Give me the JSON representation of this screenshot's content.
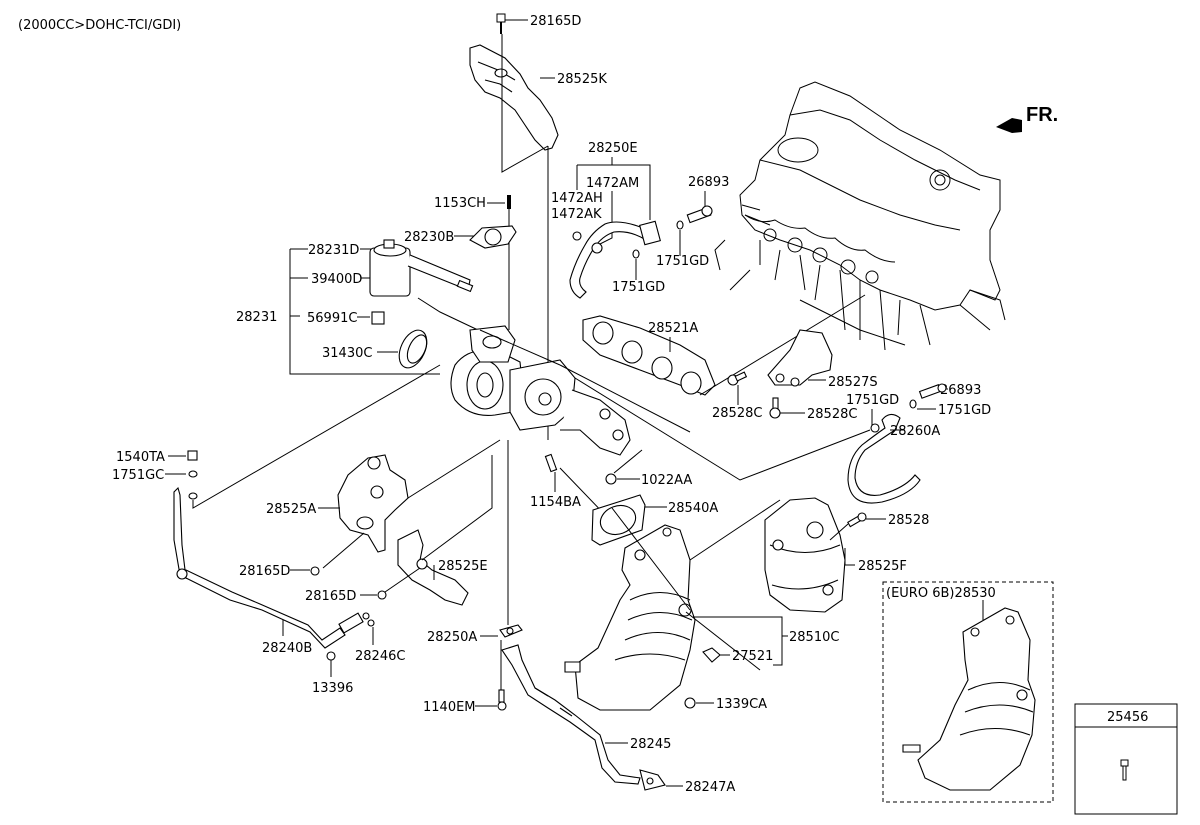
{
  "header": {
    "spec": "(2000CC>DOHC-TCI/GDI)",
    "direction_marker": "FR."
  },
  "parts": {
    "p28165D_top": "28165D",
    "p28525K": "28525K",
    "p28250E": "28250E",
    "p1472AM": "1472AM",
    "p1472AH": "1472AH",
    "p1472AK": "1472AK",
    "p26893_a": "26893",
    "p1751GD_a": "1751GD",
    "p1751GD_b": "1751GD",
    "p1153CH": "1153CH",
    "p28230B": "28230B",
    "p28231D": "28231D",
    "p39400D": "39400D",
    "p28231": "28231",
    "p56991C": "56991C",
    "p31430C": "31430C",
    "p28521A": "28521A",
    "p28527S": "28527S",
    "p26893_b": "26893",
    "p1751GD_c": "1751GD",
    "p1751GD_d": "1751GD",
    "p28528C_a": "28528C",
    "p28528C_b": "28528C",
    "p28260A": "28260A",
    "p1540TA": "1540TA",
    "p1751GC": "1751GC",
    "p1022AA": "1022AA",
    "p1154BA": "1154BA",
    "p28540A": "28540A",
    "p28525A": "28525A",
    "p28528": "28528",
    "p28525F": "28525F",
    "p28165D_a": "28165D",
    "p28525E": "28525E",
    "p28165D_b": "28165D",
    "p28250A": "28250A",
    "p28510C": "28510C",
    "p27521": "27521",
    "p28240B": "28240B",
    "p28246C": "28246C",
    "p13396": "13396",
    "p1140EM": "1140EM",
    "p1339CA": "1339CA",
    "p28245": "28245",
    "p28247A": "28247A"
  },
  "euro_box": {
    "label": "(EURO 6B)28530"
  },
  "legend_box": {
    "part_number": "25456",
    "icon": "bolt-icon"
  }
}
